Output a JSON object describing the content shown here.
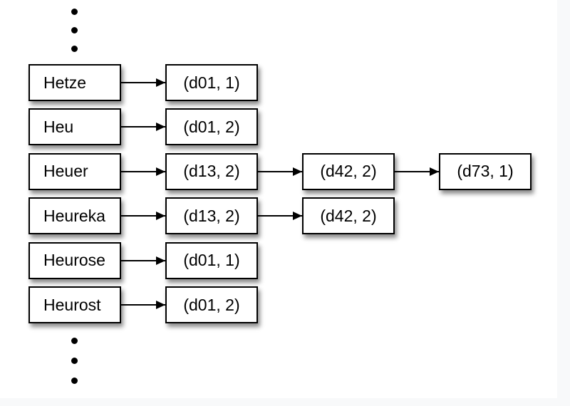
{
  "page": {
    "frame_background": "#f8f9fa",
    "page_background": "#ffffff"
  },
  "diagram": {
    "colors": {
      "box_fill": "#ffffff",
      "box_border": "#000000",
      "text": "#000000",
      "arrow": "#000000",
      "shadow": "rgba(0,0,0,0.45)"
    },
    "icons": {
      "top_ellipsis": "vertical-ellipsis-icon",
      "bottom_ellipsis": "vertical-ellipsis-icon"
    },
    "rows": [
      {
        "term": "Hetze",
        "postings": [
          "(d01, 1)"
        ]
      },
      {
        "term": "Heu",
        "postings": [
          "(d01, 2)"
        ]
      },
      {
        "term": "Heuer",
        "postings": [
          "(d13, 2)",
          "(d42, 2)",
          "(d73, 1)"
        ]
      },
      {
        "term": "Heureka",
        "postings": [
          "(d13, 2)",
          "(d42, 2)"
        ]
      },
      {
        "term": "Heurose",
        "postings": [
          "(d01, 1)"
        ]
      },
      {
        "term": "Heurost",
        "postings": [
          "(d01, 2)"
        ]
      }
    ]
  }
}
